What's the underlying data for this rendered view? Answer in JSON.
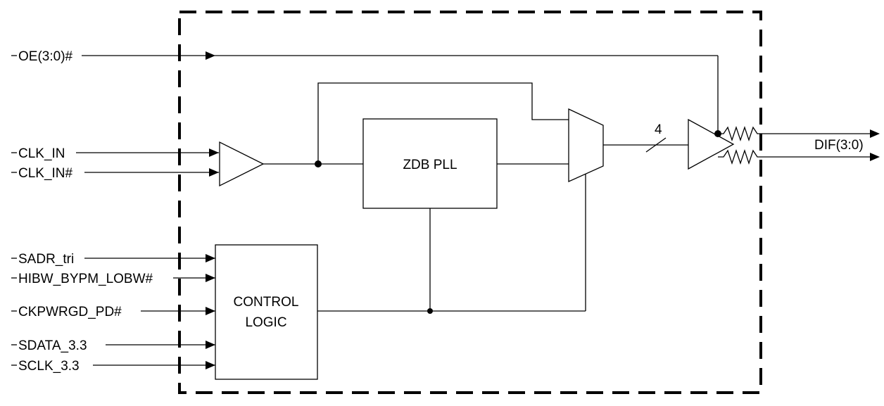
{
  "diagram": {
    "inputs": {
      "oe": "OE(3:0)#",
      "clk_in": "CLK_IN",
      "clk_in_n": "CLK_IN#",
      "sadr": "SADR_tri",
      "hibw": "HIBW_BYPM_LOBW#",
      "ckpwrgd": "CKPWRGD_PD#",
      "sdata": "SDATA_3.3",
      "sclk": "SCLK_3.3"
    },
    "blocks": {
      "pll": "ZDB PLL",
      "control_line1": "CONTROL",
      "control_line2": "LOGIC"
    },
    "bus_width": "4",
    "output": "DIF(3:0)"
  }
}
